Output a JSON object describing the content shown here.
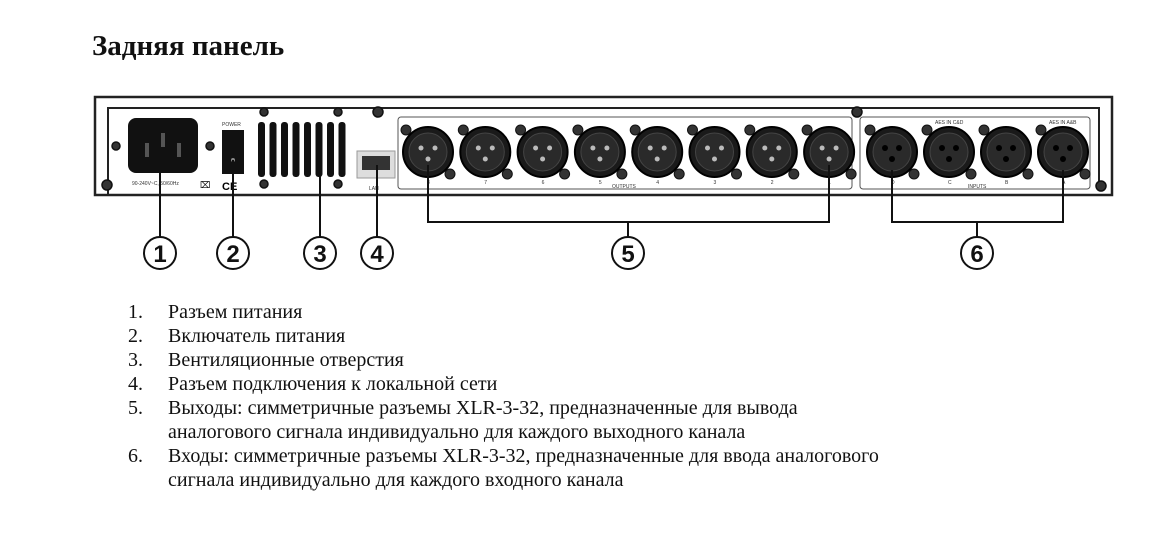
{
  "title": "Задняя панель",
  "panel": {
    "power_label": "POWER",
    "voltage_label": "90-240V~C, 50/60Hz",
    "ce_mark": "CE",
    "lan_label": "LAN",
    "outputs_label": "OUTPUTS",
    "output_numbers": [
      "8",
      "7",
      "6",
      "5",
      "4",
      "3",
      "2",
      "1"
    ],
    "inputs_label": "INPUTS",
    "input_letters": [
      "D",
      "C",
      "B",
      "A"
    ],
    "aes_cd": "AES IN C&D",
    "aes_ab": "AES IN A&B"
  },
  "callouts": [
    "1",
    "2",
    "3",
    "4",
    "5",
    "6"
  ],
  "legend": [
    {
      "num": "1.",
      "text": "Разъем питания"
    },
    {
      "num": "2.",
      "text": "Включатель питания"
    },
    {
      "num": "3.",
      "text": "Вентиляционные отверстия"
    },
    {
      "num": "4.",
      "text": "Разъем подключения к локальной сети"
    },
    {
      "num": "5.",
      "text": "Выходы: симметричные разъемы XLR-3-32, предназначенные для вывода",
      "cont": "аналогового сигнала индивидуально для каждого выходного канала"
    },
    {
      "num": "6.",
      "text": "Входы: симметричные разъемы XLR-3-32, предназначенные для ввода аналогового",
      "cont": "сигнала индивидуально для каждого входного канала"
    }
  ]
}
